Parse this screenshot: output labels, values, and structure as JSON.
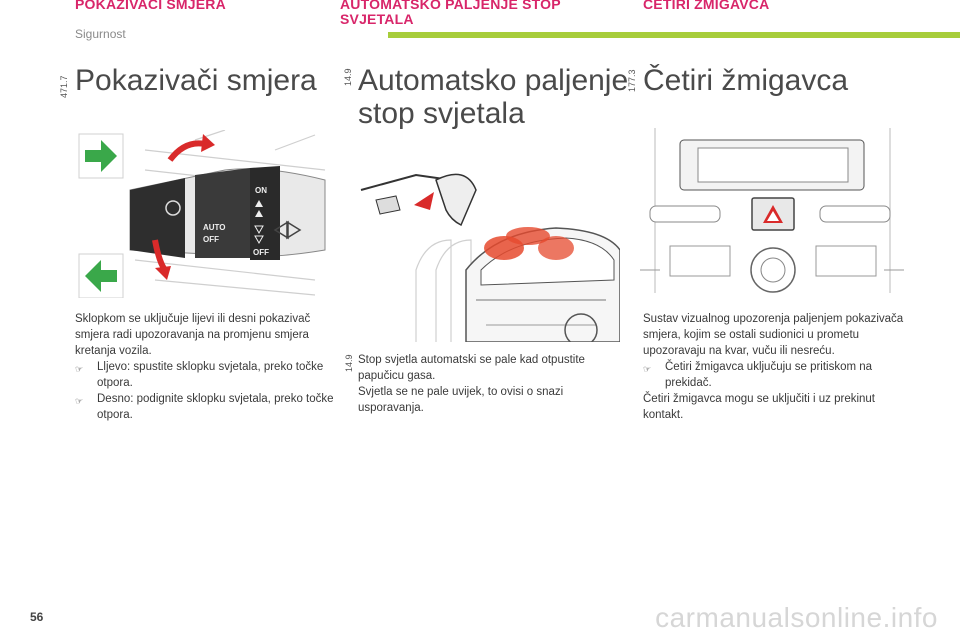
{
  "header": {
    "col1": "POKAZIVAČI SMJERA",
    "col2_line1": "AUTOMATSKO PALJENJE STOP",
    "col2_line2": "SVJETALA",
    "col3": "ČETIRI ŽMIGAVCA",
    "section": "Sigurnost"
  },
  "col1": {
    "code": "471.7",
    "title": "Pokazivači smjera",
    "intro": "Sklopkom se uključuje lijevi ili desni pokazivač smjera radi upozoravanja na promjenu smjera kretanja vozila.",
    "bullets": [
      "Lljevo: spustite sklopku svjetala, preko točke otpora.",
      "Desno: podignite sklopku svjetala, preko točke otpora."
    ],
    "stalk_labels": {
      "auto": "AUTO",
      "off": "OFF",
      "on": "ON",
      "off2": "OFF"
    }
  },
  "col2": {
    "code": "14.9",
    "title_line1": "Automatsko paljenje",
    "title_line2": "stop svjetala",
    "text_code": "14.9",
    "text1": "Stop svjetla automatski se pale kad otpustite papučicu gasa.",
    "text2": "Svjetla se ne pale uvijek, to ovisi o snazi usporavanja."
  },
  "col3": {
    "code": "177.3",
    "title": "Četiri žmigavca",
    "intro": "Sustav vizualnog upozorenja paljenjem pokazivača smjera, kojim se ostali sudionici u prometu upozoravaju na kvar, vuču ili nesreću.",
    "bullets": [
      "Četiri žmigavca uključuju se pritiskom na prekidač."
    ],
    "outro": "Četiri žmigavca mogu se uključiti i uz prekinut kontakt."
  },
  "page_number": "56",
  "watermark": "carmanualsonline.info",
  "colors": {
    "accent": "#d8266a",
    "green_bar": "#a7cd3b",
    "arrow_green": "#3aa84a",
    "red": "#d92a2a"
  }
}
